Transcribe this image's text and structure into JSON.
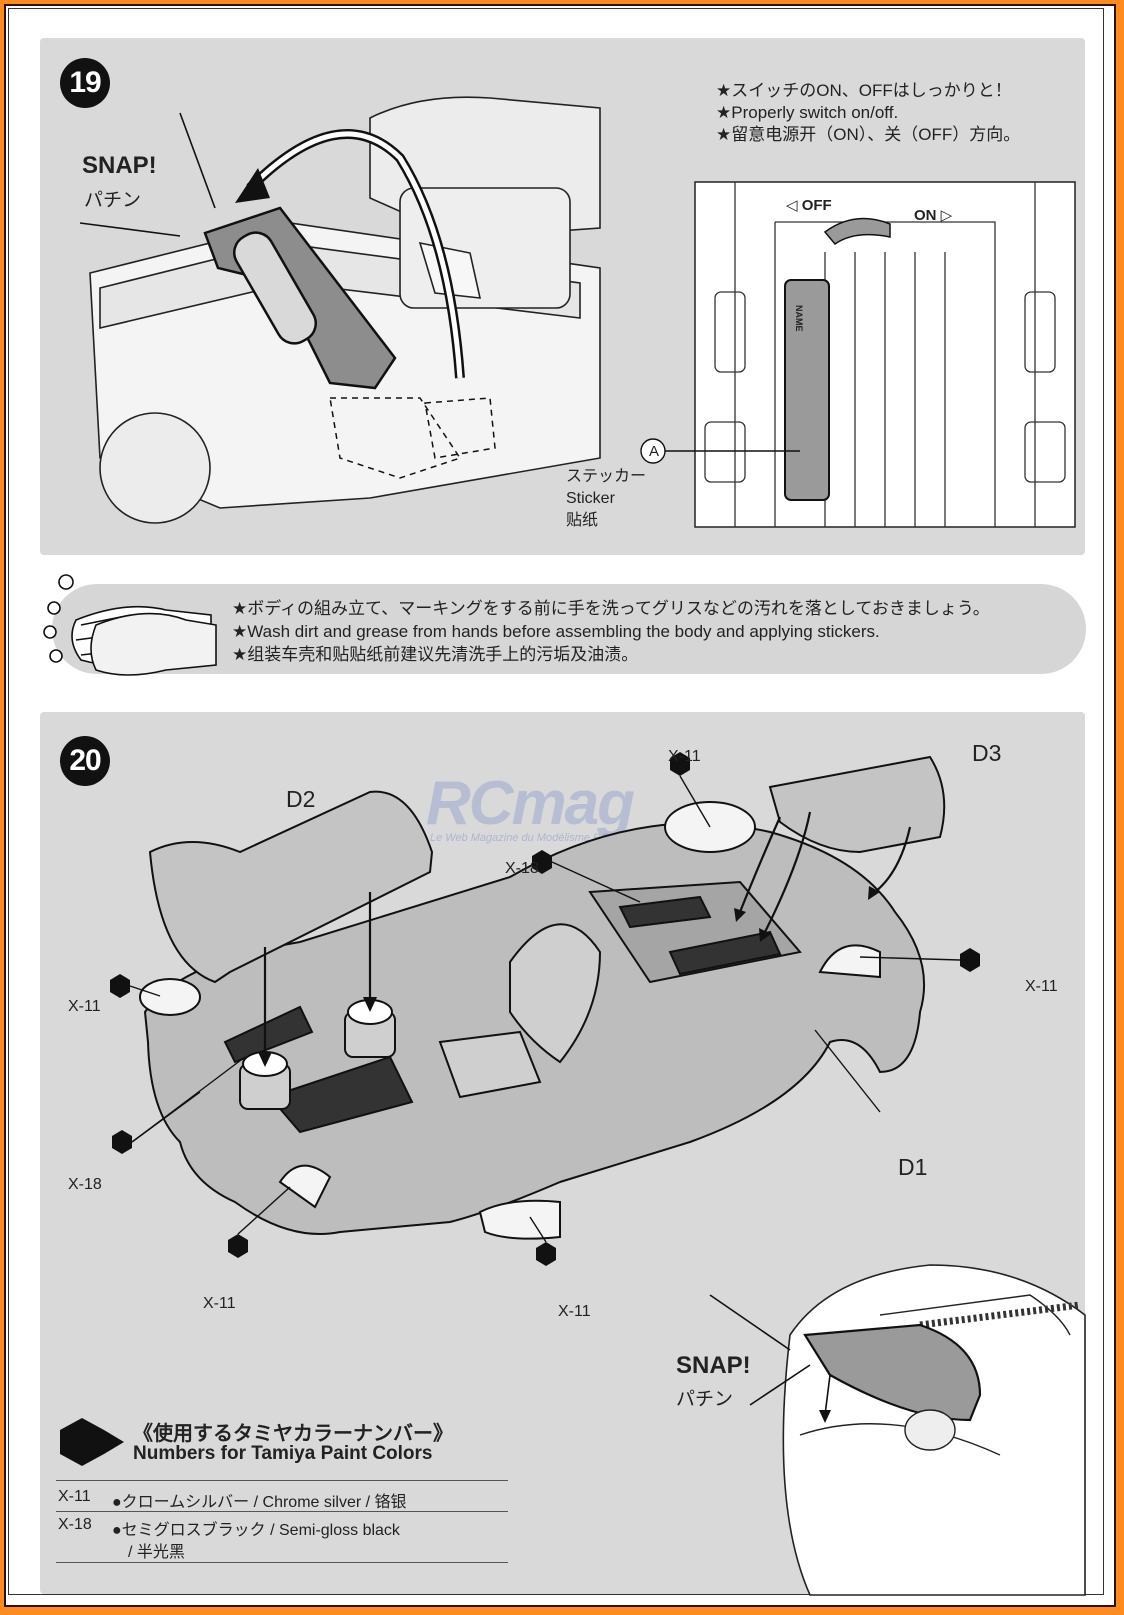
{
  "step19": {
    "number": "19",
    "snap_en": "SNAP!",
    "snap_jp": "パチン",
    "switch_notes": [
      "★スイッチのON、OFFはしっかりと！",
      "★Properly switch on/off.",
      "★留意电源开（ON）、关（OFF）方向。"
    ],
    "off_label": "◁ OFF",
    "on_label": "ON ▷",
    "name_label": "NAME",
    "sticker_marker": "A",
    "sticker_jp": "ステッカー",
    "sticker_en": "Sticker",
    "sticker_cn": "贴纸"
  },
  "wash": {
    "lines": [
      "★ボディの組み立て、マーキングをする前に手を洗ってグリスなどの汚れを落としておきましょう。",
      "★Wash dirt and grease from hands before assembling the body and applying stickers.",
      "★组装车壳和贴贴纸前建议先清洗手上的污垢及油渍。"
    ]
  },
  "step20": {
    "number": "20",
    "parts": {
      "d1": "D1",
      "d2": "D2",
      "d3": "D3"
    },
    "callouts": {
      "x11_top": "X-11",
      "x18_top": "X-18",
      "x11_left": "X-11",
      "x11_right": "X-11",
      "x18_left": "X-18",
      "x11_bottom_left": "X-11",
      "x11_bottom": "X-11"
    },
    "snap_en": "SNAP!",
    "snap_jp": "パチン",
    "watermark": "RCmag",
    "watermark_sub": "Le Web Magazine du Modélisme RC",
    "paint": {
      "title_jp": "《使用するタミヤカラーナンバー》",
      "title_en": "Numbers for Tamiya Paint Colors",
      "rows": [
        {
          "code": "X-11",
          "desc": "●クロームシルバー / Chrome silver / 铬银"
        },
        {
          "code": "X-18",
          "desc": "●セミグロスブラック / Semi-gloss black",
          "desc2": "/ 半光黑"
        }
      ]
    }
  }
}
